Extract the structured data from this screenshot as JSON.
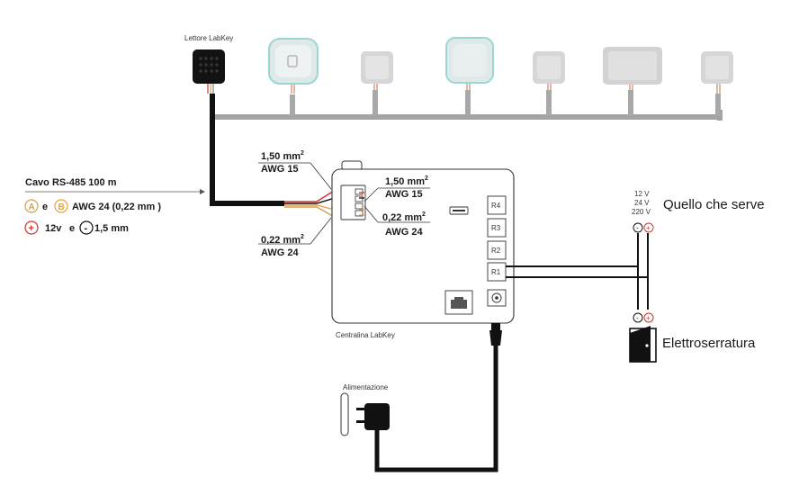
{
  "labels": {
    "reader": "Lettore LabKey",
    "controller": "Centralina LabKey",
    "power": "Alimentazione",
    "what_you_need": "Quello che serve",
    "lock": "Elettroserratura"
  },
  "cable": {
    "title": "Cavo RS-485 100 m",
    "line1_a": "A",
    "line1_e": "e",
    "line1_b": "B",
    "line1_spec": "AWG 24 (0,22 mm )",
    "line2_plus": "+",
    "line2_v": "12v",
    "line2_e": "e",
    "line2_minus": "-",
    "line2_spec": "1,5 mm"
  },
  "wires": {
    "left_top_mm": "1,50 mm",
    "left_top_sup": "2",
    "left_top_awg": "AWG 15",
    "right_top_mm": "1,50 mm",
    "right_top_sup": "2",
    "right_top_awg": "AWG 15",
    "right_bot_mm": "0,22 mm",
    "right_bot_sup": "2",
    "right_bot_awg": "AWG 24",
    "left_bot_mm": "0,22 mm",
    "left_bot_sup": "2",
    "left_bot_awg": "AWG 24"
  },
  "relays": [
    "R4",
    "R3",
    "R2",
    "R1"
  ],
  "voltages": [
    "12 V",
    "24 V",
    "220 V"
  ],
  "polarity": {
    "minus": "-",
    "plus": "+"
  },
  "colors": {
    "cable_black": "#111111",
    "wire_red": "#d0342c",
    "wire_orange": "#e9a24a",
    "accent_a": "#c9a15a",
    "accent_b": "#e6a23c",
    "plus_red": "#d0342c",
    "reader_glow": "#9ad6d6",
    "bus_gray": "#9a9a9a"
  }
}
